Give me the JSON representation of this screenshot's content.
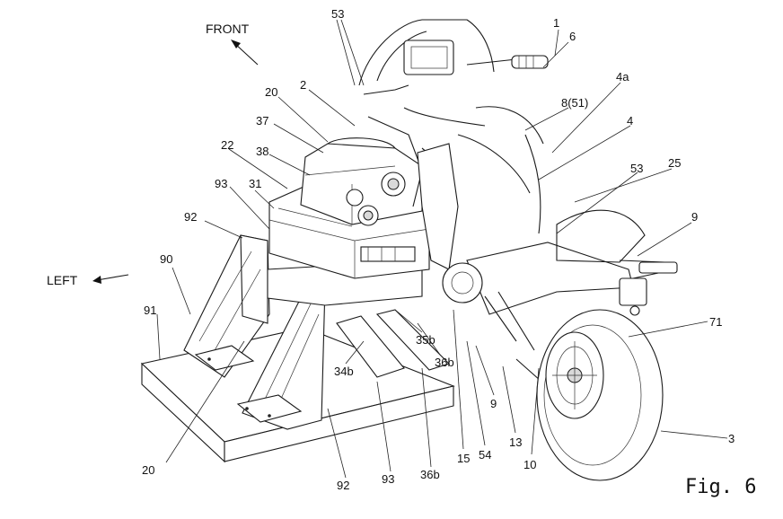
{
  "figure_label": "Fig. 6",
  "directions": {
    "front": "FRONT",
    "left": "LEFT"
  },
  "ref_labels": [
    {
      "id": "53-top",
      "text": "53"
    },
    {
      "id": "1",
      "text": "1"
    },
    {
      "id": "6",
      "text": "6"
    },
    {
      "id": "4a",
      "text": "4a"
    },
    {
      "id": "8-51",
      "text": "8(51)"
    },
    {
      "id": "4",
      "text": "4"
    },
    {
      "id": "25",
      "text": "25"
    },
    {
      "id": "53-right",
      "text": "53"
    },
    {
      "id": "9-right",
      "text": "9"
    },
    {
      "id": "71",
      "text": "71"
    },
    {
      "id": "3",
      "text": "3"
    },
    {
      "id": "20-top",
      "text": "20"
    },
    {
      "id": "2",
      "text": "2"
    },
    {
      "id": "37",
      "text": "37"
    },
    {
      "id": "38",
      "text": "38"
    },
    {
      "id": "22",
      "text": "22"
    },
    {
      "id": "93-top",
      "text": "93"
    },
    {
      "id": "31",
      "text": "31"
    },
    {
      "id": "92-top",
      "text": "92"
    },
    {
      "id": "90",
      "text": "90"
    },
    {
      "id": "91",
      "text": "91"
    },
    {
      "id": "35b",
      "text": "35b"
    },
    {
      "id": "36b-mid",
      "text": "36b"
    },
    {
      "id": "34b",
      "text": "34b"
    },
    {
      "id": "9-bottom",
      "text": "9"
    },
    {
      "id": "13",
      "text": "13"
    },
    {
      "id": "15",
      "text": "15"
    },
    {
      "id": "54",
      "text": "54"
    },
    {
      "id": "10",
      "text": "10"
    },
    {
      "id": "20-bottom",
      "text": "20"
    },
    {
      "id": "92-bottom",
      "text": "92"
    },
    {
      "id": "93-bottom",
      "text": "93"
    },
    {
      "id": "36b-bottom",
      "text": "36b"
    }
  ]
}
